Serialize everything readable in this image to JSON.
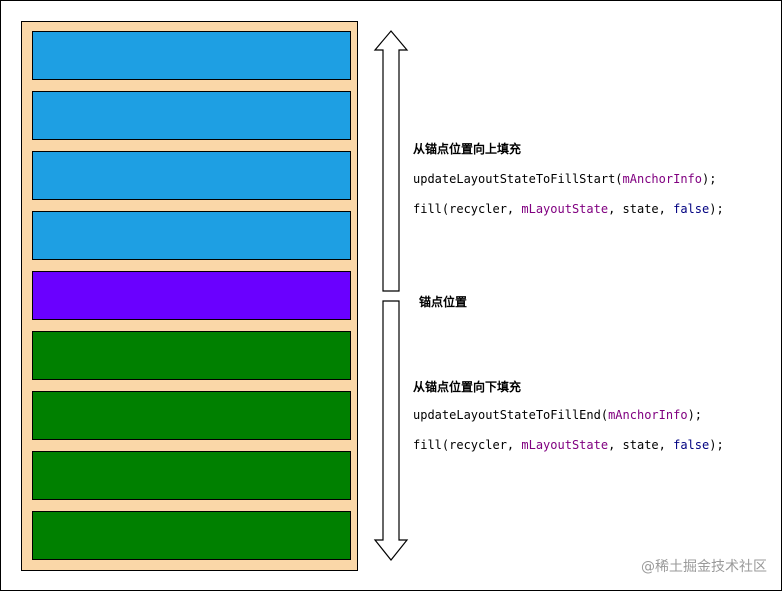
{
  "colors": {
    "container_fill": "#fad7a8",
    "item_above": "#1e9fe3",
    "item_anchor": "#6a00ff",
    "item_below": "#008000",
    "code_variable": "#800080",
    "code_keyword": "#000080"
  },
  "items": [
    {
      "role": "above"
    },
    {
      "role": "above"
    },
    {
      "role": "above"
    },
    {
      "role": "above"
    },
    {
      "role": "anchor"
    },
    {
      "role": "below"
    },
    {
      "role": "below"
    },
    {
      "role": "below"
    },
    {
      "role": "below"
    }
  ],
  "fill_up": {
    "title": "从锚点位置向上填充",
    "line1": {
      "call": "updateLayoutStateToFillStart(",
      "arg": "mAnchorInfo",
      "end": ");"
    },
    "line2": {
      "pre": "fill(recycler, ",
      "var": "mLayoutState",
      "mid": ", state, ",
      "kw": "false",
      "end": ");"
    }
  },
  "anchor_label": "锚点位置",
  "fill_down": {
    "title": "从锚点位置向下填充",
    "line1": {
      "call": "updateLayoutStateToFillEnd(",
      "arg": "mAnchorInfo",
      "end": ");"
    },
    "line2": {
      "pre": "fill(recycler, ",
      "var": "mLayoutState",
      "mid": ", state, ",
      "kw": "false",
      "end": ");"
    }
  },
  "watermark": "@稀土掘金技术社区"
}
